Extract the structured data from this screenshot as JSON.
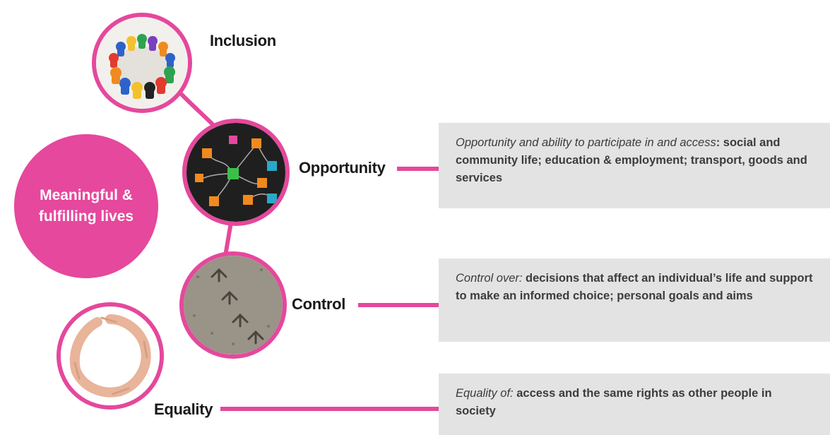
{
  "colors": {
    "accent": "#e5489c",
    "panel": "#e3e3e3",
    "text": "#1a1a1a"
  },
  "hub": {
    "line1": "Meaningful &",
    "line2": "fulfilling lives"
  },
  "nodes": {
    "inclusion": {
      "label": "Inclusion",
      "image": "circle-of-game-pieces-icon"
    },
    "opportunity": {
      "label": "Opportunity",
      "image": "sticky-notes-network-icon"
    },
    "control": {
      "label": "Control",
      "image": "footprints-in-sand-icon"
    },
    "equality": {
      "label": "Equality",
      "image": "joined-hands-circle-icon"
    }
  },
  "descriptions": {
    "opportunity": {
      "lead": "Opportunity and ability to participate in and access",
      "text": ": social and community life; education & employment; transport, goods and services"
    },
    "control": {
      "lead": "Control over:",
      "text": " decisions that affect an individual’s life and support to make an informed choice; personal goals and aims"
    },
    "equality": {
      "lead": "Equality of:",
      "text": " access and the same rights as other people in society"
    }
  }
}
